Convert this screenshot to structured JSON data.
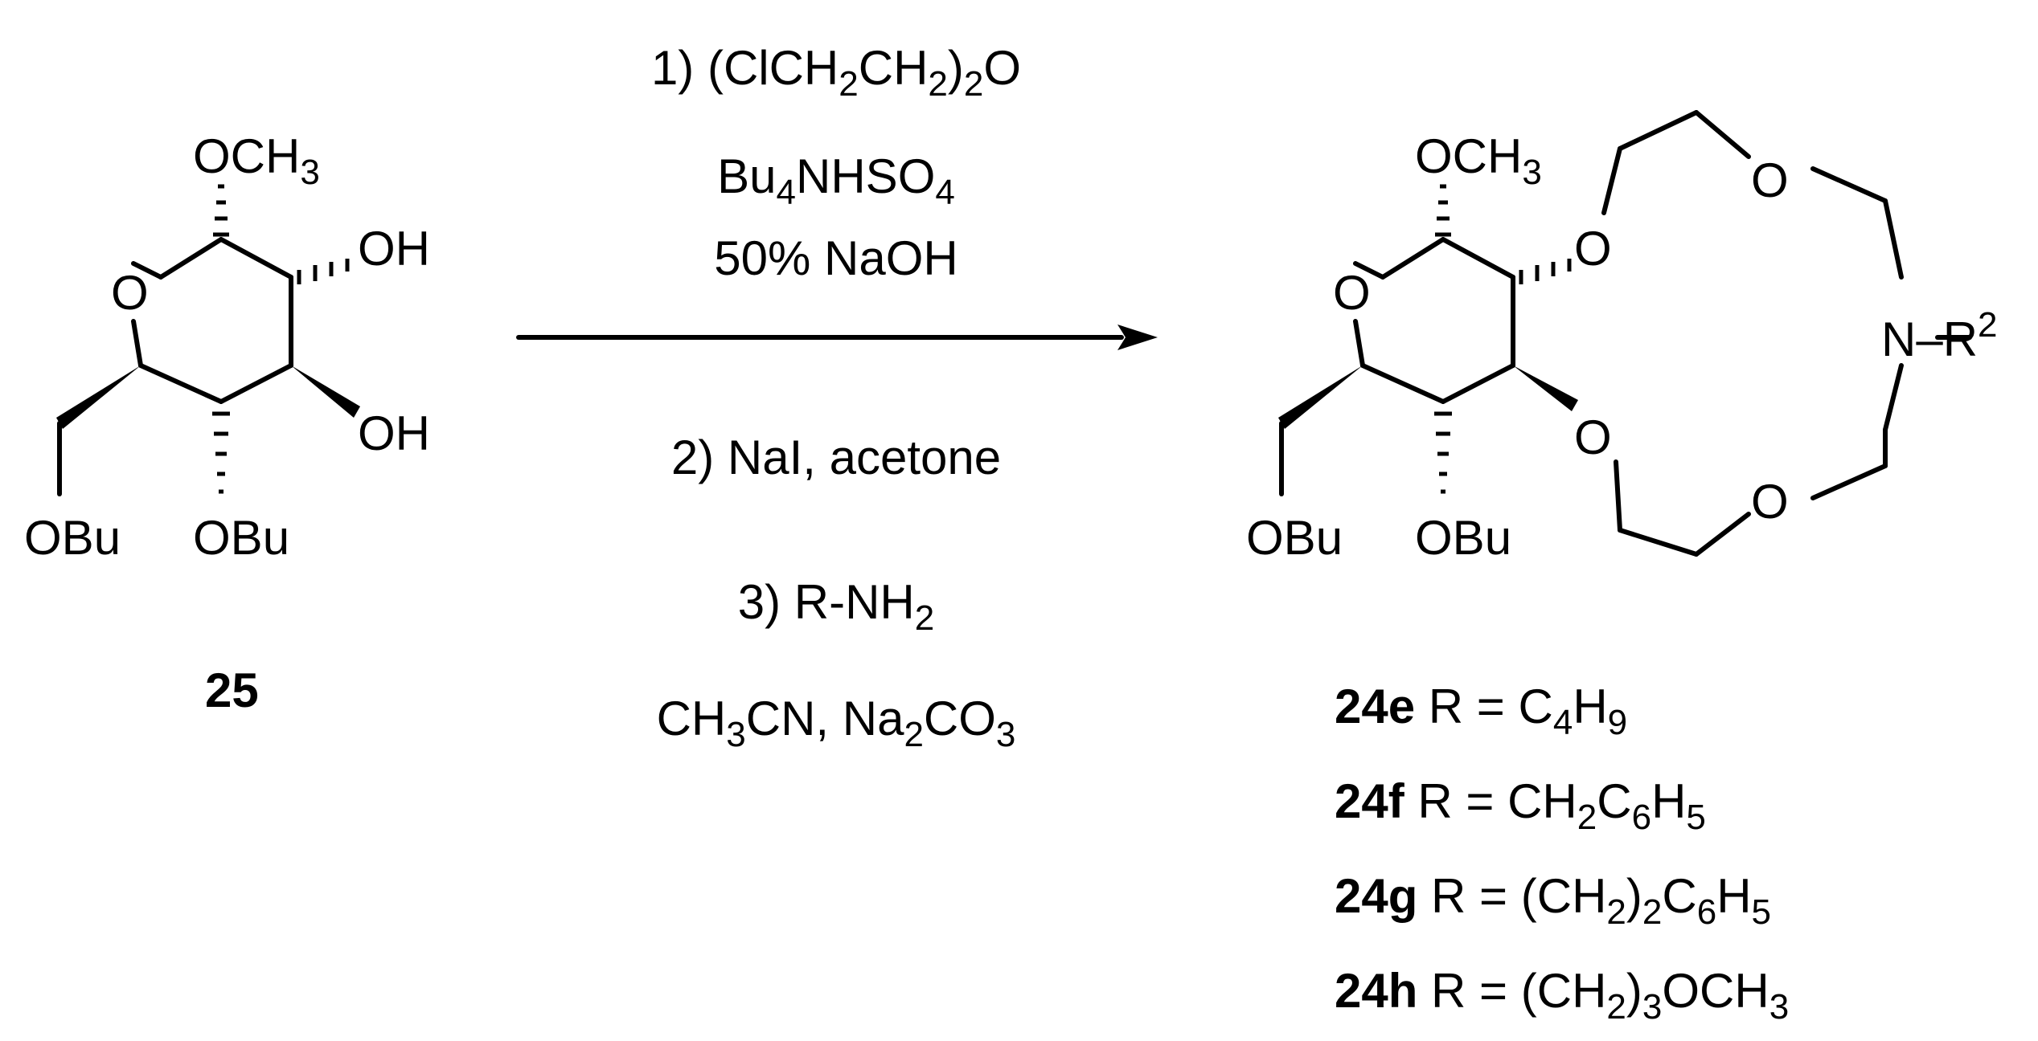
{
  "reactant": {
    "id": "25",
    "atoms": {
      "ring_o": "O",
      "anomeric": "OCH3",
      "oh2": "OH",
      "oh3": "OH",
      "obu4": "OBu",
      "obu6": "OBu"
    }
  },
  "conditions": {
    "step1_line1": "1) (ClCH2CH2)2O",
    "step1_line2": "Bu4NHSO4",
    "step1_line3": "50% NaOH",
    "step2": "2) NaI, acetone",
    "step3_line1": "3) R-NH2",
    "step3_line2": "CH3CN, Na2CO3"
  },
  "product": {
    "atoms": {
      "ring_o": "O",
      "anomeric": "OCH3",
      "o2": "O",
      "o3": "O",
      "crown_o1": "O",
      "crown_o2": "O",
      "n_group": "N–R2",
      "obu4": "OBu",
      "obu6": "OBu"
    },
    "variants": [
      {
        "id": "24e",
        "r": "R = C4H9"
      },
      {
        "id": "24f",
        "r": "R = CH2C6H5"
      },
      {
        "id": "24g",
        "r": "R = (CH2)2C6H5"
      },
      {
        "id": "24h",
        "r": "R = (CH2)3OCH3"
      }
    ]
  }
}
